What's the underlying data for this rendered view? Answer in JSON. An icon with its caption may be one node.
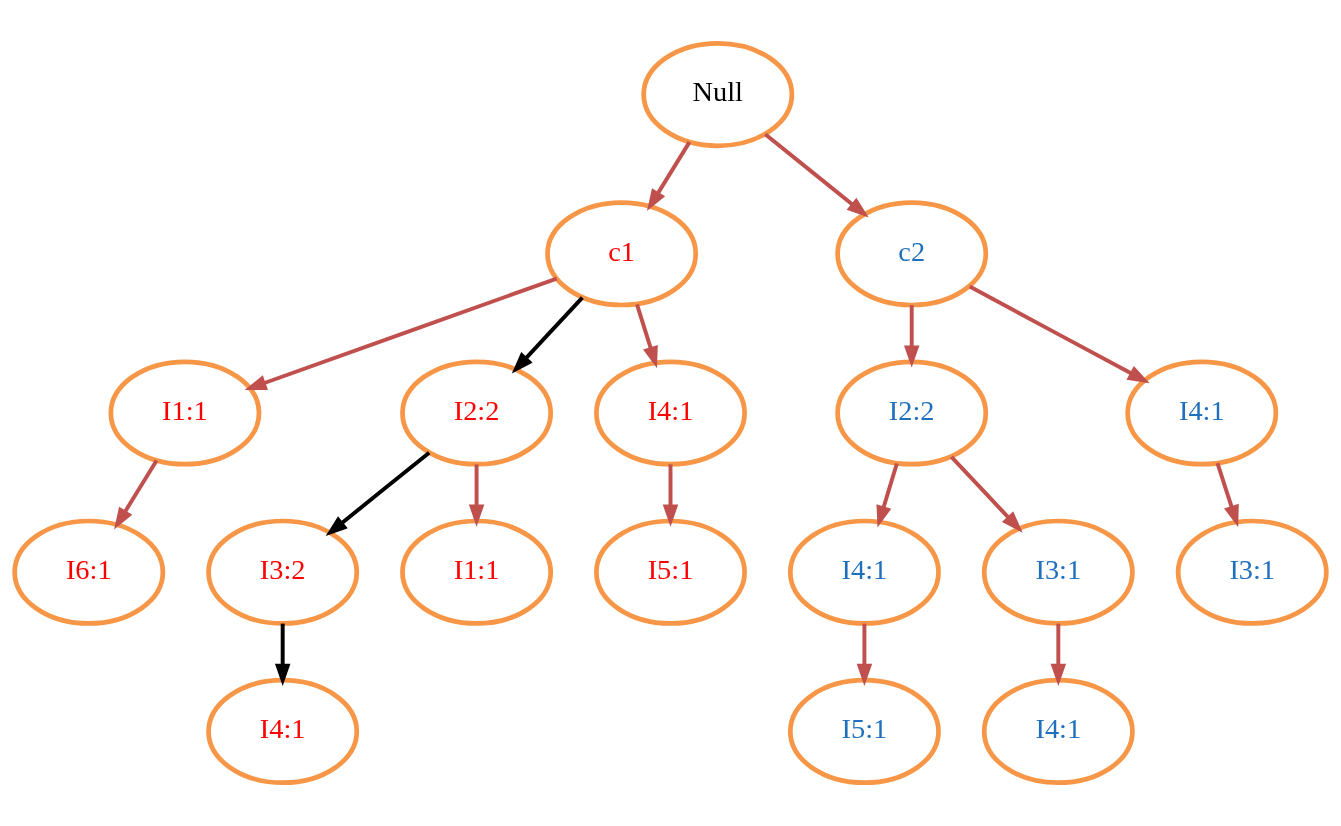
{
  "diagram": {
    "nodes": [
      {
        "text": [
          "Null"
        ]
      },
      {
        "text": [
          "c1"
        ]
      },
      {
        "text": [
          "c2"
        ]
      },
      {
        "text": [
          "I1:1"
        ]
      },
      {
        "text": [
          "I2:2"
        ]
      },
      {
        "text": [
          "I4:1"
        ]
      },
      {
        "text": [
          "I2:2"
        ]
      },
      {
        "text": [
          "I4:1"
        ]
      },
      {
        "text": [
          "I4:1"
        ]
      },
      {
        "text": [
          "I6:1"
        ]
      },
      {
        "text": [
          "I3:2"
        ]
      },
      {
        "text": [
          "I1:1"
        ]
      },
      {
        "text": [
          "I5:1"
        ]
      },
      {
        "text": [
          "I3:1"
        ]
      },
      {
        "text": [
          "I3:1"
        ]
      },
      {
        "text": [
          "I5:1"
        ]
      },
      {
        "text": [
          "I4:1"
        ]
      },
      {
        "text": [
          "I4:1"
        ]
      }
    ],
    "edges": [
      {
        "from": 0,
        "to": 1,
        "arrow": "to"
      },
      {
        "from": 0,
        "to": 2,
        "arrow": "to"
      },
      {
        "from": 1,
        "to": 3,
        "arrow": "to"
      },
      {
        "from": 1,
        "to": 4,
        "arrow": "to",
        "color": "#000000"
      },
      {
        "from": 1,
        "to": 5,
        "arrow": "to"
      },
      {
        "from": 2,
        "to": 6,
        "arrow": "to"
      },
      {
        "from": 2,
        "to": 7,
        "arrow": "to"
      },
      {
        "from": 3,
        "to": 9,
        "arrow": "to"
      },
      {
        "from": 4,
        "to": 10,
        "arrow": "to",
        "color": "#000000"
      },
      {
        "from": 4,
        "to": 11,
        "arrow": "to"
      },
      {
        "from": 5,
        "to": 12,
        "arrow": "to"
      },
      {
        "from": 6,
        "to": 8,
        "arrow": "to"
      },
      {
        "from": 6,
        "to": 13,
        "arrow": "to"
      },
      {
        "from": 7,
        "to": 14,
        "arrow": "to"
      },
      {
        "from": 8,
        "to": 15,
        "arrow": "to"
      },
      {
        "from": 10,
        "to": 16,
        "arrow": "to",
        "color": "#000000"
      },
      {
        "from": 13,
        "to": 17,
        "arrow": "to"
      }
    ]
  }
}
